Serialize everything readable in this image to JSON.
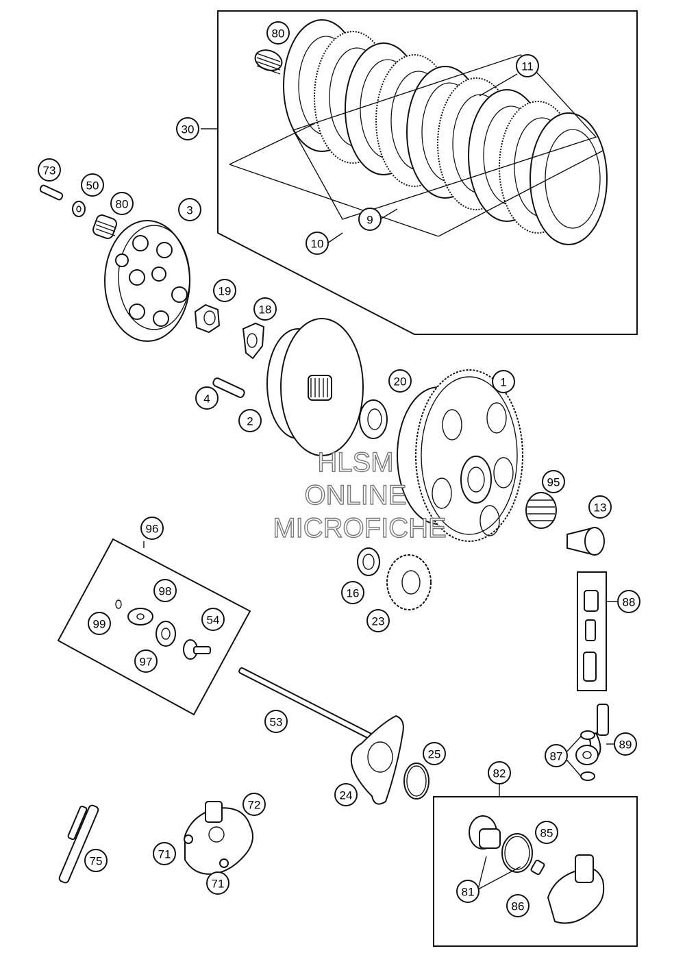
{
  "watermark": {
    "line1": "HLSM",
    "line2": "ONLINE",
    "line3": "MICROFICHE"
  },
  "callouts": [
    {
      "id": "c80a",
      "label": "80"
    },
    {
      "id": "c11",
      "label": "11"
    },
    {
      "id": "c30",
      "label": "30"
    },
    {
      "id": "c9",
      "label": "9"
    },
    {
      "id": "c10",
      "label": "10"
    },
    {
      "id": "c73",
      "label": "73"
    },
    {
      "id": "c50",
      "label": "50"
    },
    {
      "id": "c80b",
      "label": "80"
    },
    {
      "id": "c3",
      "label": "3"
    },
    {
      "id": "c19",
      "label": "19"
    },
    {
      "id": "c18",
      "label": "18"
    },
    {
      "id": "c4",
      "label": "4"
    },
    {
      "id": "c2",
      "label": "2"
    },
    {
      "id": "c20",
      "label": "20"
    },
    {
      "id": "c1",
      "label": "1"
    },
    {
      "id": "c95",
      "label": "95"
    },
    {
      "id": "c13",
      "label": "13"
    },
    {
      "id": "c96",
      "label": "96"
    },
    {
      "id": "c98",
      "label": "98"
    },
    {
      "id": "c99",
      "label": "99"
    },
    {
      "id": "c54",
      "label": "54"
    },
    {
      "id": "c97",
      "label": "97"
    },
    {
      "id": "c16",
      "label": "16"
    },
    {
      "id": "c23",
      "label": "23"
    },
    {
      "id": "c88",
      "label": "88"
    },
    {
      "id": "c53",
      "label": "53"
    },
    {
      "id": "c89",
      "label": "89"
    },
    {
      "id": "c87",
      "label": "87"
    },
    {
      "id": "c25",
      "label": "25"
    },
    {
      "id": "c24",
      "label": "24"
    },
    {
      "id": "c82",
      "label": "82"
    },
    {
      "id": "c72",
      "label": "72"
    },
    {
      "id": "c71a",
      "label": "71"
    },
    {
      "id": "c71b",
      "label": "71"
    },
    {
      "id": "c75",
      "label": "75"
    },
    {
      "id": "c85",
      "label": "85"
    },
    {
      "id": "c81",
      "label": "81"
    },
    {
      "id": "c86",
      "label": "86"
    }
  ]
}
